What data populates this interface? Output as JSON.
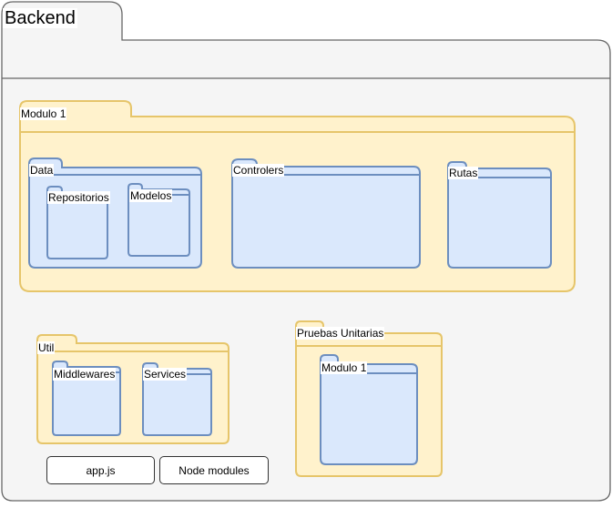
{
  "diagram": {
    "root": {
      "label": "Backend"
    },
    "modulo": {
      "label": "Modulo 1",
      "data": {
        "label": "Data",
        "repositorios": "Repositorios",
        "modelos": "Modelos"
      },
      "controlers": "Controlers",
      "rutas": "Rutas"
    },
    "util": {
      "label": "Util",
      "middlewares": "Middlewares",
      "services": "Services"
    },
    "pruebas": {
      "label": "Pruebas Unitarias",
      "modulo": "Modulo 1"
    },
    "files": {
      "appjs": "app.js",
      "node_modules": "Node modules"
    },
    "colors": {
      "yellow_fill": "#FFF2CC",
      "yellow_stroke": "#E6C56A",
      "blue_fill": "#DAE8FC",
      "blue_stroke": "#6C8EBF",
      "gray_fill": "#F5F5F5",
      "gray_stroke": "#666666"
    }
  }
}
